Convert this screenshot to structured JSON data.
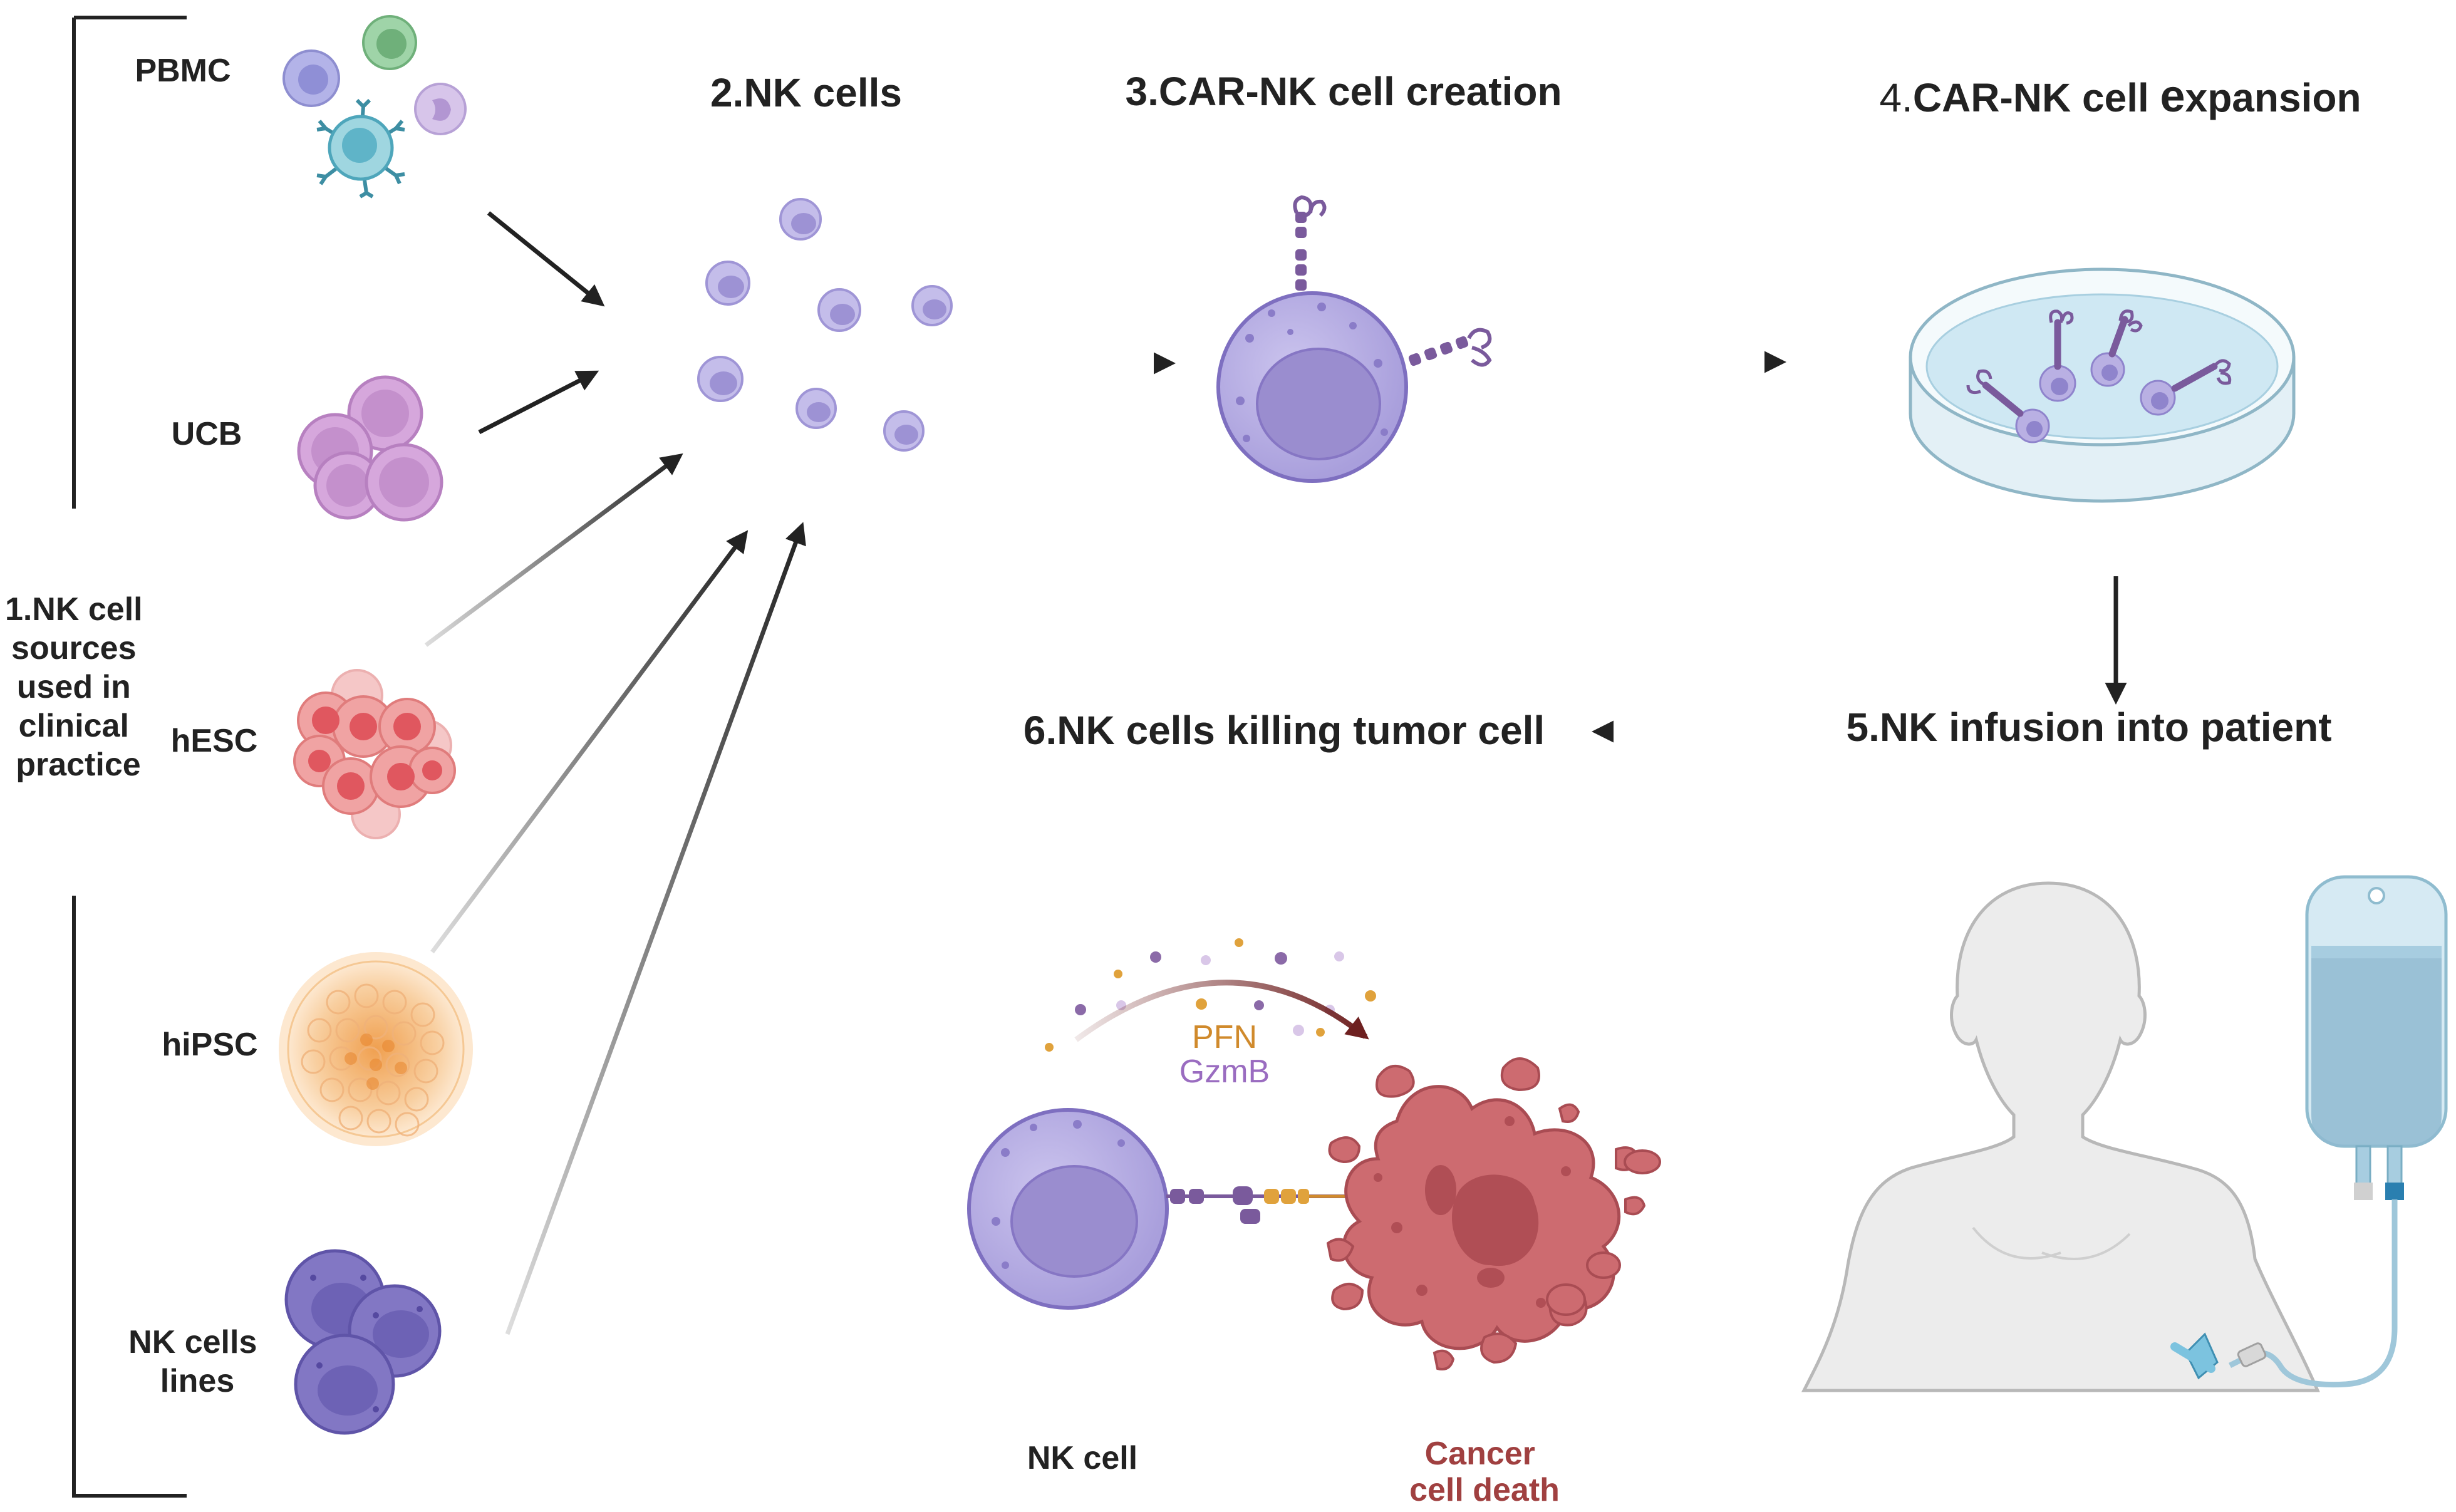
{
  "colors": {
    "arrow": "#222222",
    "nk_cell_fill": "#b8b0e0",
    "nk_cell_nucleus": "#9a8dcf",
    "nk_cell_stroke": "#7e6fc0",
    "car_receptor": "#7a5a9c",
    "tumor_fill": "#cd6b70",
    "tumor_dark": "#b04e55",
    "pfn_text": "#d08a2c",
    "gzmb_text": "#9a6cc0",
    "cancer_text": "#a04040",
    "dish_liquid": "#cfe8f3",
    "iv_bag": "#a7cde0",
    "skin": "#ececec"
  },
  "sources": {
    "title_lines": [
      "1.NK cell",
      "sources",
      "used in",
      "clinical",
      "practice"
    ],
    "items": [
      {
        "lines": [
          "PBMC"
        ],
        "icon": "pbmc-icon"
      },
      {
        "lines": [
          "UCB"
        ],
        "icon": "ucb-icon"
      },
      {
        "lines": [
          "hESC"
        ],
        "icon": "hesc-icon"
      },
      {
        "lines": [
          "hiPSC"
        ],
        "icon": "hipsc-icon"
      },
      {
        "lines": [
          "NK cells",
          "lines"
        ],
        "icon": "nk-cell-line-icon"
      }
    ]
  },
  "steps": {
    "nk_cells": "2.NK cells",
    "car_creation": "3.CAR-NK cell creation",
    "expansion_prefix": "4.",
    "expansion_main": "CAR-NK cell ",
    "expansion_e": "e",
    "expansion_rest": "xpansion",
    "infusion": "5.NK infusion into patient",
    "killing": "6.NK cells killing tumor cell"
  },
  "killing": {
    "pfn": "PFN",
    "gzmb": "GzmB",
    "nk_cell_label": "NK cell",
    "cancer_label_lines": [
      "Cancer",
      "cell death"
    ]
  }
}
